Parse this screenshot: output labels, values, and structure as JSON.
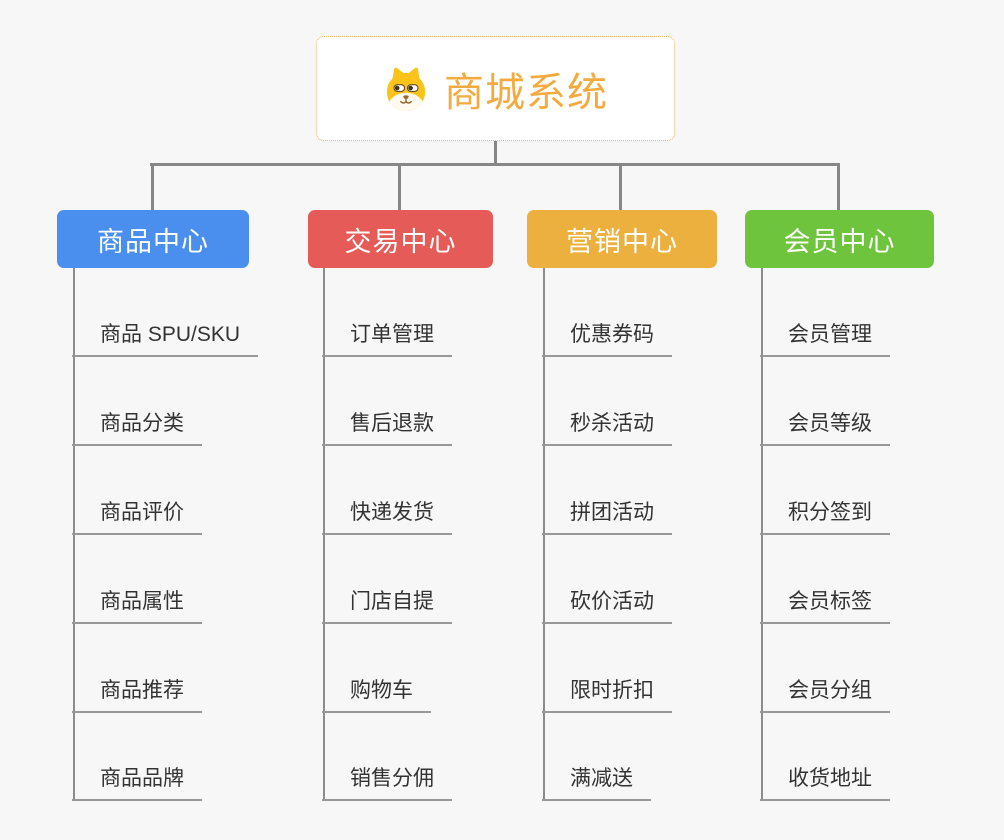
{
  "page": {
    "background_color": "#f7f7f7",
    "connector_color": "#878787"
  },
  "root": {
    "title": "商城系统",
    "icon": "dog-face-icon",
    "title_color": "#f3ab3f",
    "border_color": "#f2b65c"
  },
  "branches": [
    {
      "label": "商品中心",
      "color": "#4a8fee",
      "items": [
        "商品 SPU/SKU",
        "商品分类",
        "商品评价",
        "商品属性",
        "商品推荐",
        "商品品牌"
      ]
    },
    {
      "label": "交易中心",
      "color": "#e55b57",
      "items": [
        "订单管理",
        "售后退款",
        "快递发货",
        "门店自提",
        "购物车",
        "销售分佣"
      ]
    },
    {
      "label": "营销中心",
      "color": "#ecb03e",
      "items": [
        "优惠券码",
        "秒杀活动",
        "拼团活动",
        "砍价活动",
        "限时折扣",
        "满减送"
      ]
    },
    {
      "label": "会员中心",
      "color": "#6fc43e",
      "items": [
        "会员管理",
        "会员等级",
        "积分签到",
        "会员标签",
        "会员分组",
        "收货地址"
      ]
    }
  ]
}
